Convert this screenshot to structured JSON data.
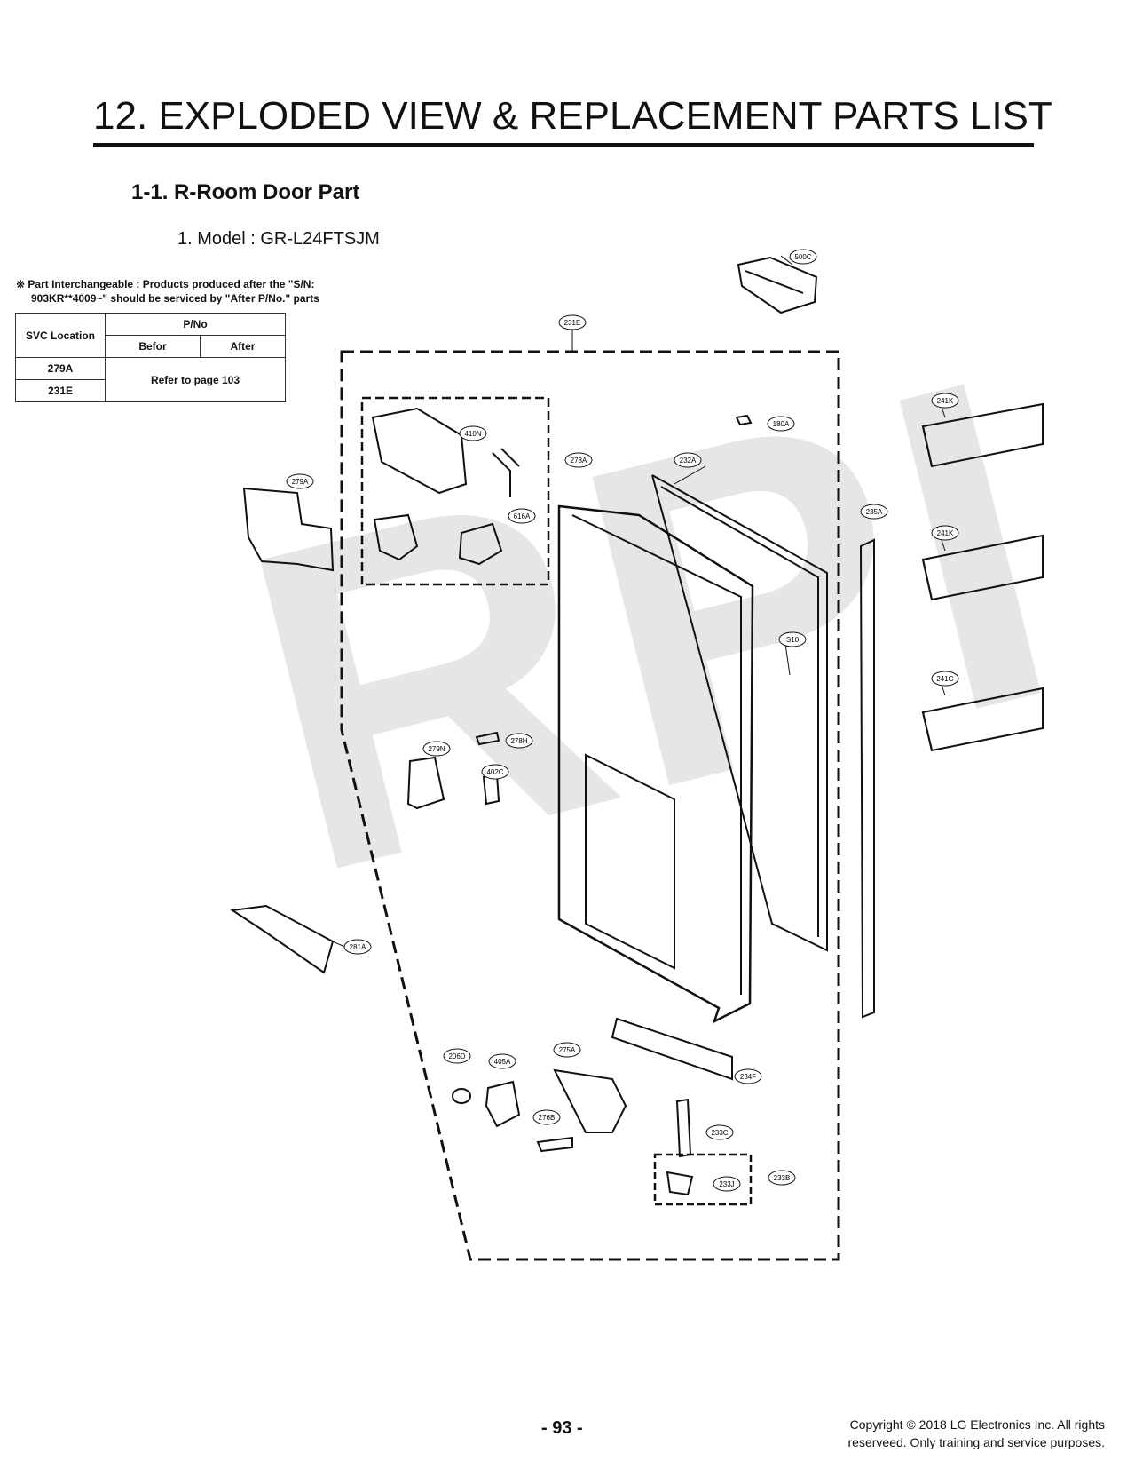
{
  "page_title": "12. EXPLODED VIEW & REPLACEMENT PARTS LIST",
  "section_title": "1-1. R-Room Door Part",
  "model_line": "1.  Model : GR-L24FTSJM",
  "watermark": "RPI",
  "interchange_note": {
    "line1": "※ Part Interchangeable : Products produced after the \"S/N:",
    "line2": "903KR**4009~\" should be serviced by \"After P/No.\" parts"
  },
  "svc_table": {
    "col_location": "SVC Location",
    "col_pno": "P/No",
    "col_before": "Befor",
    "col_after": "After",
    "rows": [
      "279A",
      "231E"
    ],
    "merged_note": "Refer to page 103"
  },
  "part_labels": [
    "500C",
    "231E",
    "180A",
    "241K",
    "241K",
    "241G",
    "410N",
    "278A",
    "616A",
    "232A",
    "279A",
    "235A",
    "S10",
    "278H",
    "279N",
    "402C",
    "281A",
    "206D",
    "405A",
    "275A",
    "234F",
    "276B",
    "233C",
    "233B",
    "233J"
  ],
  "page_number": "- 93 -",
  "copyright": {
    "line1": "Copyright © 2018 LG Electronics Inc. All rights",
    "line2": "reserveed. Only training and service purposes."
  }
}
